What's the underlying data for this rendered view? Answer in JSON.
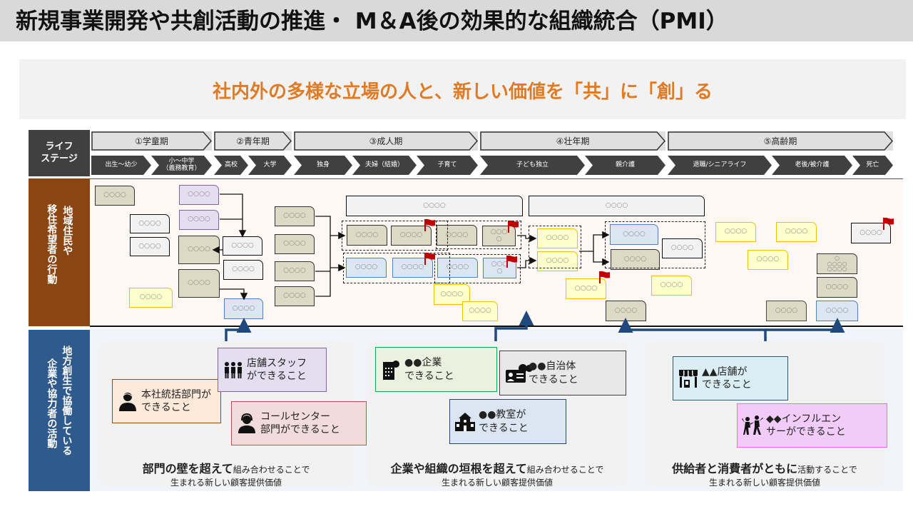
{
  "header": {
    "title": "新規事業開発や共創活動の推進・ M＆A後の効果的な組織統合（PMI）",
    "subtitle": "社内外の多様な立場の人と、新しい価値を「共」に「創」る"
  },
  "life_stage": {
    "label_line1": "ライフ",
    "label_line2": "ステージ",
    "stages": [
      {
        "label": "①学童期"
      },
      {
        "label": "②青年期"
      },
      {
        "label": "③成人期"
      },
      {
        "label": "④壮年期"
      },
      {
        "label": "⑤高齢期"
      }
    ],
    "substages": [
      {
        "label": "出生～幼少"
      },
      {
        "label": "小～中学",
        "label2": "（義務教育）"
      },
      {
        "label": "高校"
      },
      {
        "label": "大学"
      },
      {
        "label": "独身"
      },
      {
        "label": "夫婦（結婚）"
      },
      {
        "label": "子育て"
      },
      {
        "label": "子ども独立"
      },
      {
        "label": "親介護"
      },
      {
        "label": "退職/シニアライフ"
      },
      {
        "label": "老後/被介護"
      },
      {
        "label": "死亡"
      }
    ]
  },
  "residents": {
    "label_col1": "移住希望者の行動",
    "label_col2": "地域住民や",
    "placeholder": "○○○○",
    "placeholder_split_top": "○○○",
    "placeholder_split_bottom": "○",
    "placeholder_multi_top": "○",
    "flag_color": "#c00000"
  },
  "companies": {
    "label_col1": "企業や協力者の活動",
    "label_col2": "地方創生で協働している",
    "groups": [
      {
        "caption_bold": "部門の壁を超えて",
        "caption_rest": "組み合わせることで",
        "caption_line2": "生まれる新しい顧客提供価値",
        "actors": [
          {
            "icon": "office-worker-icon",
            "line1": "本社統括部門が",
            "line2": "できること",
            "color": "#fde9d9",
            "border": "#984806"
          },
          {
            "icon": "staff-group-icon",
            "line1": "店舗スタッフ",
            "line2": "ができること",
            "color": "#e4dff0",
            "border": "#8064a2"
          },
          {
            "icon": "headset-operator-icon",
            "line1": "コールセンター",
            "line2": "部門ができること",
            "color": "#f2dcdb",
            "border": "#c0504d"
          }
        ]
      },
      {
        "caption_bold": "企業や組織の垣根を超えて",
        "caption_rest": "組み合わせることで",
        "caption_line2": "生まれる新しい顧客提供価値",
        "actors": [
          {
            "icon": "company-building-icon",
            "line1": "●●企業",
            "line2": "できること",
            "color": "#ebf1de",
            "border": "#00b050"
          },
          {
            "icon": "government-id-icon",
            "line1": "●●自治体",
            "line2": "できること",
            "color": "#e8e8e8",
            "border": "#404040"
          },
          {
            "icon": "school-icon",
            "line1": "●●教室が",
            "line2": "できること",
            "color": "#dce6f2",
            "border": "#1f497d"
          }
        ]
      },
      {
        "caption_bold": "供給者と消費者がともに",
        "caption_rest": "活動することで",
        "caption_line2": "生まれる新しい顧客提供価値",
        "actors": [
          {
            "icon": "storefront-icon",
            "line1": "▲▲店舗が",
            "line2": "できること",
            "color": "#dbeef3",
            "border": "#31596b"
          },
          {
            "icon": "dancing-people-icon",
            "line1": "◆◆インフルエン",
            "line2": "サーができること",
            "color": "#f2ccf9",
            "border": "#e86ee8"
          }
        ]
      }
    ]
  },
  "colors": {
    "accent_orange": "#e07b25",
    "residents_band": "#8b4513",
    "companies_band": "#2f5a8e",
    "stage_dark": "#404040",
    "connector_blue": "#1f497d"
  }
}
